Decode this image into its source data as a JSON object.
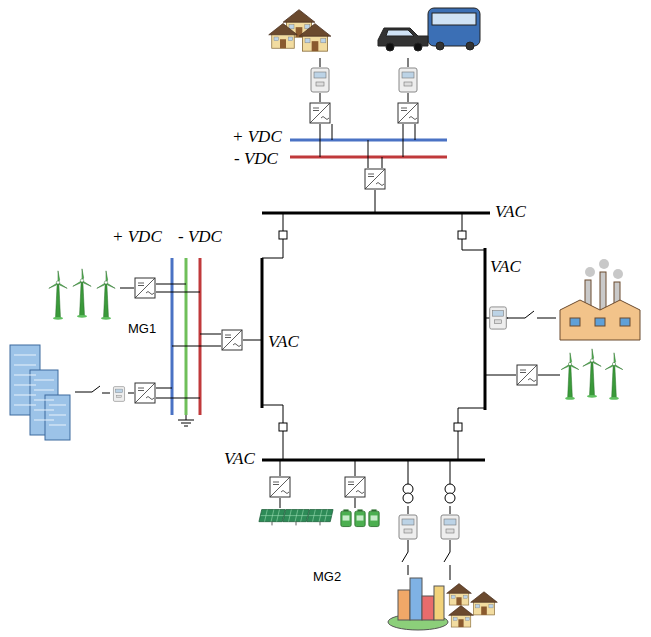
{
  "diagram": {
    "labels": [
      "+ VDC",
      "- VDC",
      "VAC",
      "+ VDC",
      "- VDC",
      "VAC",
      "MG1",
      "VAC",
      "VAC",
      "MG2"
    ]
  }
}
